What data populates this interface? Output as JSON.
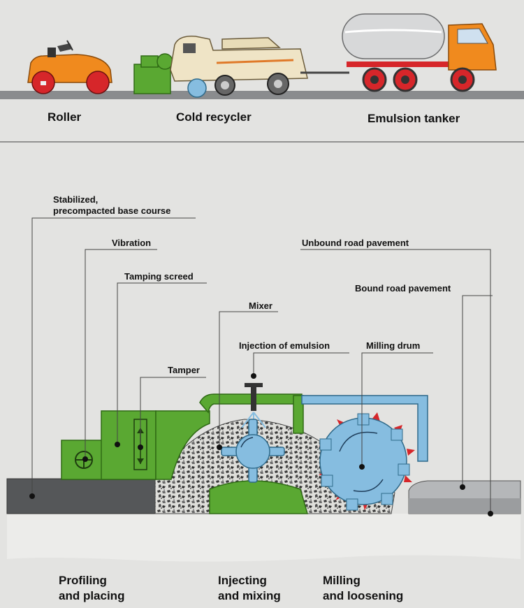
{
  "vehicles": {
    "roller": "Roller",
    "cold_recycler": "Cold recycler",
    "emulsion_tanker": "Emulsion tanker"
  },
  "callouts": {
    "base_course_line1": "Stabilized,",
    "base_course_line2": "precompacted base course",
    "vibration": "Vibration",
    "tamping_screed": "Tamping screed",
    "tamper": "Tamper",
    "mixer": "Mixer",
    "injection": "Injection of emulsion",
    "unbound": "Unbound road pavement",
    "bound": "Bound road pavement",
    "milling_drum": "Milling drum"
  },
  "stages": {
    "profiling_line1": "Profiling",
    "profiling_line2": "and placing",
    "injecting_line1": "Injecting",
    "injecting_line2": "and mixing",
    "milling_line1": "Milling",
    "milling_line2": "and loosening"
  },
  "colors": {
    "machine_green": "#5aa832",
    "drum_blue": "#86bde0",
    "roller_orange": "#f08a1e",
    "tanker_red": "#d6262a",
    "base_course": "#555759",
    "pavement_gray": "#a2a4a6"
  }
}
